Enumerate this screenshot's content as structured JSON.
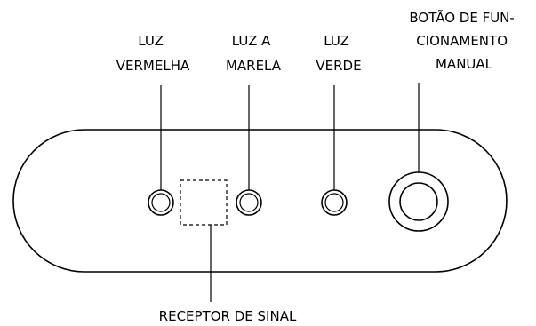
{
  "labels": {
    "red_light": [
      "LUZ",
      "VERMELHA"
    ],
    "yellow_light": [
      "LUZ A",
      "MARELA"
    ],
    "green_light": [
      "LUZ",
      "VERDE"
    ],
    "manual_button": [
      "BOTÃO DE FUN-",
      "CIONAMENTO",
      "MANUAL"
    ],
    "signal_receptor": "RECEPTOR DE SINAL"
  }
}
